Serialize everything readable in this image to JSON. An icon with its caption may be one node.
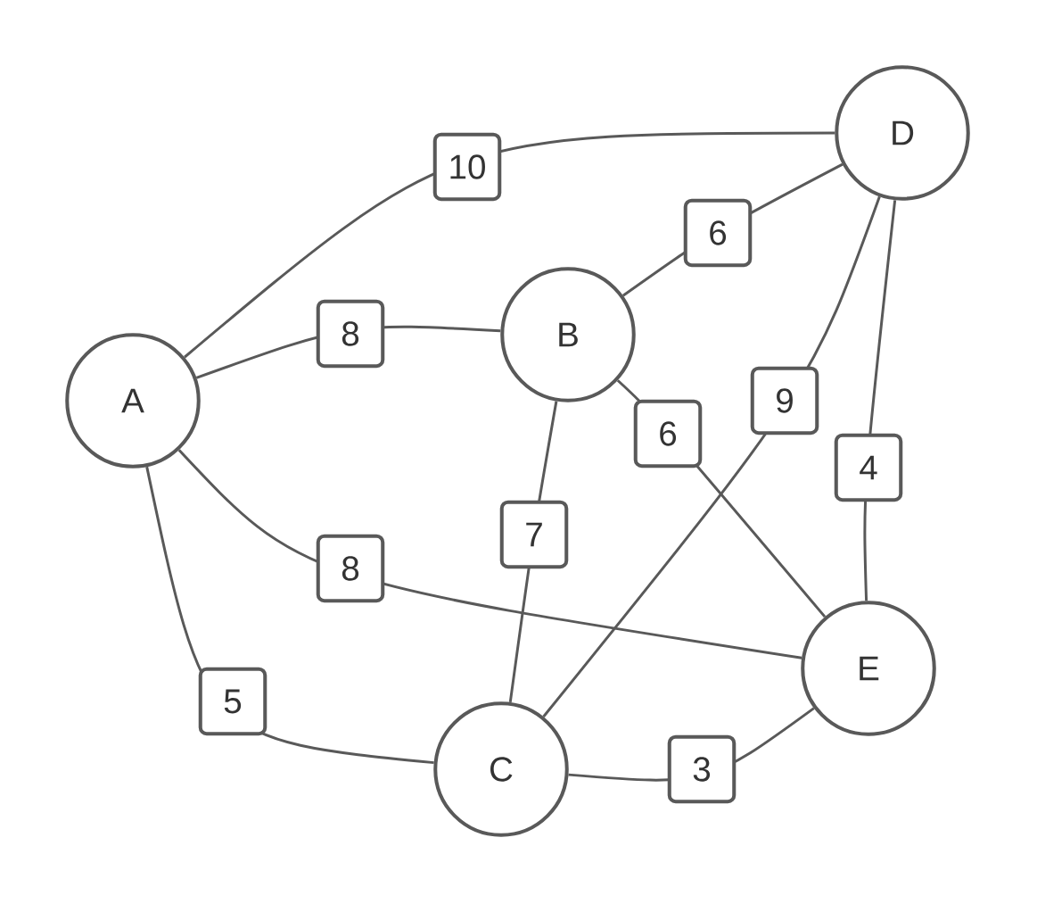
{
  "diagram": {
    "nodes": [
      {
        "text": [
          "A"
        ]
      },
      {
        "text": [
          "B"
        ]
      },
      {
        "text": [
          "C"
        ]
      },
      {
        "text": [
          "D"
        ]
      },
      {
        "text": [
          "E"
        ]
      }
    ],
    "edges": [
      {
        "from": 0,
        "to": 3,
        "arrow": "none",
        "label": "10"
      },
      {
        "from": 0,
        "to": 1,
        "arrow": "none",
        "label": "8"
      },
      {
        "from": 0,
        "to": 4,
        "arrow": "none",
        "label": "8"
      },
      {
        "from": 0,
        "to": 2,
        "arrow": "none",
        "label": "5"
      },
      {
        "from": 1,
        "to": 3,
        "arrow": "none",
        "label": "6"
      },
      {
        "from": 1,
        "to": 4,
        "arrow": "none",
        "label": "6"
      },
      {
        "from": 1,
        "to": 2,
        "arrow": "none",
        "label": "7"
      },
      {
        "from": 2,
        "to": 3,
        "arrow": "none",
        "label": "9"
      },
      {
        "from": 3,
        "to": 4,
        "arrow": "none",
        "label": "4"
      },
      {
        "from": 2,
        "to": 4,
        "arrow": "none",
        "label": "3"
      }
    ]
  }
}
